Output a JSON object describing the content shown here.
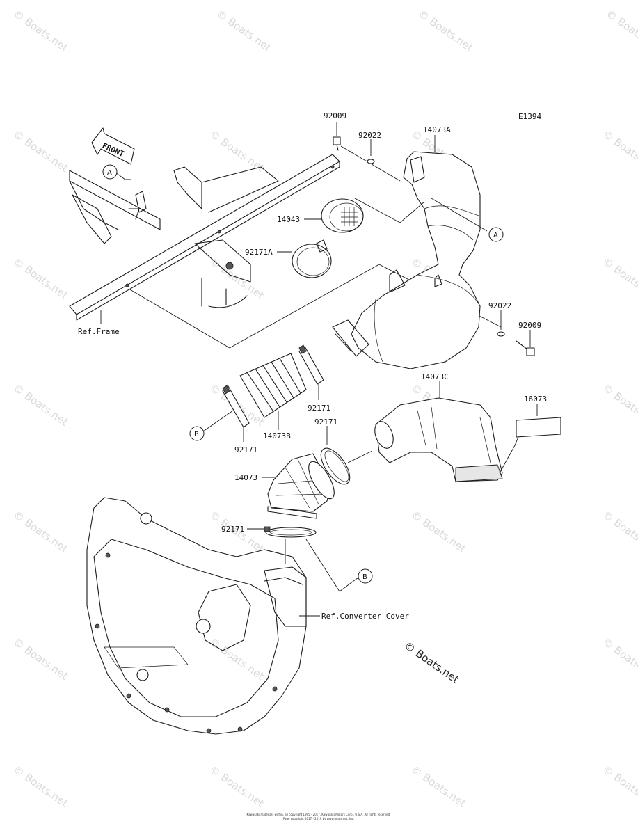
{
  "diagram": {
    "figure_code": "E1394",
    "front_label": "FRONT",
    "part_labels": {
      "p92009_top": "92009",
      "p92022_top": "92022",
      "p14073A": "14073A",
      "p14043": "14043",
      "p92171A": "92171A",
      "p92022_right": "92022",
      "p92009_right": "92009",
      "p14073C": "14073C",
      "p16073": "16073",
      "p92171_mid": "92171",
      "p92171_mid2": "92171",
      "p92171_left": "92171",
      "p14073B": "14073B",
      "p14073": "14073",
      "p92171_low": "92171"
    },
    "ref_labels": {
      "frame": "Ref.Frame",
      "converter_cover": "Ref.Converter Cover"
    },
    "callouts": {
      "a_left": "A",
      "a_right": "A",
      "b_left": "B",
      "b_right": "B"
    },
    "watermark": "© Boats.net",
    "logo": "© Boats.net",
    "copyright_line1": "Kawasaki materials within, all copyright 1995 - 2017, Kawasaki Motors Corp., U.S.A. All rights reserved.",
    "copyright_line2": "Page copyright 2017 - 2019 by www.boats.net, Inc."
  }
}
